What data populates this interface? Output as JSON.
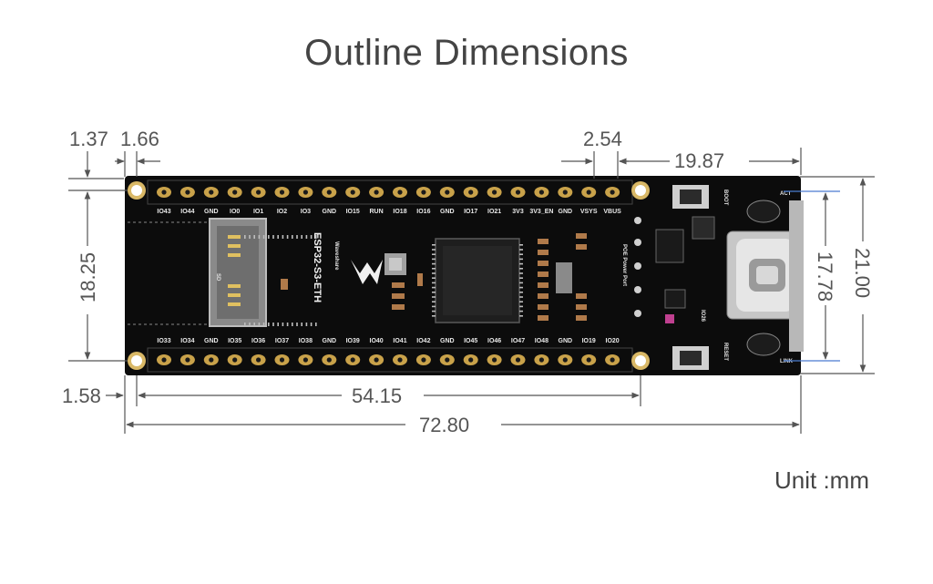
{
  "title": "Outline Dimensions",
  "unit_label": "Unit :mm",
  "dimensions": {
    "left_offset_a": "1.37",
    "left_offset_b": "1.66",
    "pin_pitch": "2.54",
    "connector_length": "19.87",
    "row_spacing": "18.25",
    "usb_width": "17.78",
    "board_width": "21.00",
    "bottom_offset": "1.58",
    "header_span": "54.15",
    "board_length": "72.80"
  },
  "board": {
    "name": "ESP32-S3-ETH",
    "brand": "Waveshare",
    "poe_label": "POE Power Port",
    "boot_label": "BOOT",
    "reset_label": "RESET",
    "act_label": "ACT",
    "link_label": "LINK",
    "sd_label": "SD",
    "io26_label": "IO26",
    "top_pins": [
      "IO43",
      "IO44",
      "GND",
      "IO0",
      "IO1",
      "IO2",
      "IO3",
      "GND",
      "IO15",
      "RUN",
      "IO18",
      "IO16",
      "GND",
      "IO17",
      "IO21",
      "3V3",
      "3V3_EN",
      "GND",
      "VSYS",
      "VBUS"
    ],
    "bottom_pins": [
      "IO33",
      "IO34",
      "GND",
      "IO35",
      "IO36",
      "IO37",
      "IO38",
      "GND",
      "IO39",
      "IO40",
      "IO41",
      "IO42",
      "GND",
      "IO45",
      "IO46",
      "IO47",
      "IO48",
      "GND",
      "IO19",
      "IO20"
    ]
  },
  "colors": {
    "board": "#0c0c0c",
    "pad": "#c9a24a",
    "dimension_line": "#555555",
    "guide_line": "#4a7bd0"
  }
}
